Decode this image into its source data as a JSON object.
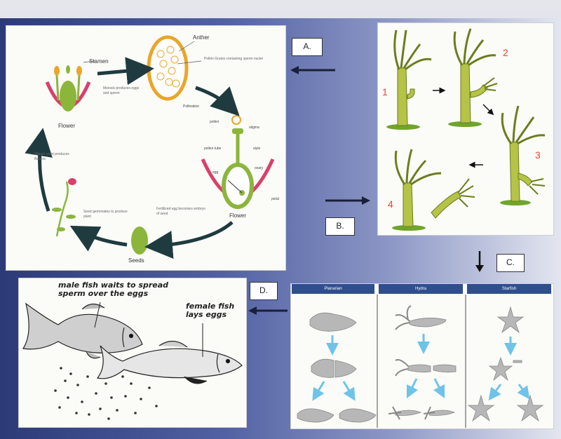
{
  "labels": {
    "a": "A.",
    "b": "B.",
    "c": "C.",
    "d": "D."
  },
  "plant": {
    "stamen": "Stamen",
    "anther": "Anther",
    "pollen_grains": "Pollen Grains containing sperm nuclei",
    "meiosis": "Meiosis produces eggs and sperm",
    "pollination": "Pollination",
    "pollen": "pollen",
    "stigma": "stigma",
    "pollen_tube": "pollen tube",
    "style": "style",
    "ovary": "ovary",
    "egg": "egg",
    "petal": "petal",
    "flower_left": "Flower",
    "flower_right": "Flower",
    "mature_plant": "Mature plant produces flowers",
    "fertilized_egg": "Fertilized egg becomes embryo of seed",
    "seed_germinates": "Seed germinates to produce plant",
    "seeds": "Seeds"
  },
  "hydra": {
    "stages": [
      "1",
      "2",
      "3",
      "4"
    ]
  },
  "fish": {
    "male_caption": "male fish waits to spread sperm over the eggs",
    "female_caption": "female fish lays eggs"
  },
  "regeneration": {
    "columns": [
      "Planarian",
      "Hydra",
      "Starfish"
    ]
  },
  "colors": {
    "blue_bg": "#3a4a8c",
    "petal": "#d8406a",
    "green": "#8cb53c",
    "anther": "#e9a62a",
    "arrow": "#1f3b3f",
    "table_header": "#2f4f8a",
    "table_arrow": "#6fc3e8"
  }
}
